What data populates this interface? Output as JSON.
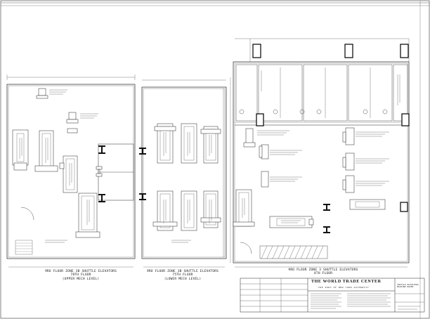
{
  "drawing": {
    "panels": [
      {
        "id": "left",
        "caption_lines": [
          "9RO FLOOR ZONE 3B SHUTTLE ELEVATORS",
          "78TH FLOOR",
          "(UPPER MECH LEVEL)"
        ]
      },
      {
        "id": "middle",
        "caption_lines": [
          "9RO FLOOR ZONE 3B SHUTTLE ELEVATORS",
          "75TH FLOOR",
          "(LOWER MECH LEVEL)"
        ]
      },
      {
        "id": "right",
        "caption_lines": [
          "9RO FLOOR ZONE 3 SHUTTLE ELEVATORS",
          "4TH FLOOR"
        ]
      }
    ]
  },
  "title_block": {
    "project": "THE WORLD TRADE CENTER",
    "owner": "THE PORT OF NEW YORK AUTHORITY",
    "sheet_title": [
      "SHUTTLE ELEVATORS",
      "MACHINE ROOMS"
    ]
  },
  "icons": {
    "elevator_symbol": "i-beam-symbol-icon"
  }
}
